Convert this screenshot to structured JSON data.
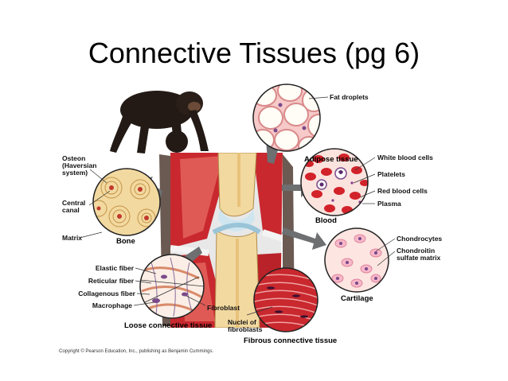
{
  "slide": {
    "title": "Connective Tissues (pg 6)"
  },
  "diagram": {
    "adipose": {
      "caption": "Adipose tissue",
      "labels": {
        "fat_droplets": "Fat droplets"
      }
    },
    "blood": {
      "caption": "Blood",
      "labels": {
        "white_blood_cells": "White blood cells",
        "platelets": "Platelets",
        "red_blood_cells": "Red blood cells",
        "plasma": "Plasma"
      }
    },
    "bone": {
      "caption": "Bone",
      "labels": {
        "osteon_1": "Osteon",
        "osteon_2": "(Haversian",
        "osteon_3": "system)",
        "central_canal_1": "Central",
        "central_canal_2": "canal",
        "matrix": "Matrix"
      }
    },
    "cartilage": {
      "caption": "Cartilage",
      "labels": {
        "chondrocytes": "Chondrocytes",
        "chondroitin_1": "Chondroitin",
        "chondroitin_2": "sulfate matrix"
      }
    },
    "loose": {
      "caption": "Loose connective tissue",
      "labels": {
        "elastic_fiber": "Elastic fiber",
        "reticular_fiber": "Reticular fiber",
        "collagenous_fiber": "Collagenous fiber",
        "macrophage": "Macrophage",
        "fibroblast": "Fibroblast"
      }
    },
    "fibrous": {
      "caption": "Fibrous connective tissue",
      "labels": {
        "nuclei_1": "Nuclei of",
        "nuclei_2": "fibroblasts"
      }
    },
    "copyright": "Copyright © Pearson Education, Inc., publishing as Benjamin Cummings."
  },
  "colors": {
    "bone_fill": "#f2d9a0",
    "blood_fill": "#fbe3de",
    "red_cell": "#d2232a",
    "muscle": "#c8282e",
    "cartilage_fill": "#fde6e2",
    "cell_purple": "#7a4a8a",
    "arrow": "#6d6f71"
  }
}
